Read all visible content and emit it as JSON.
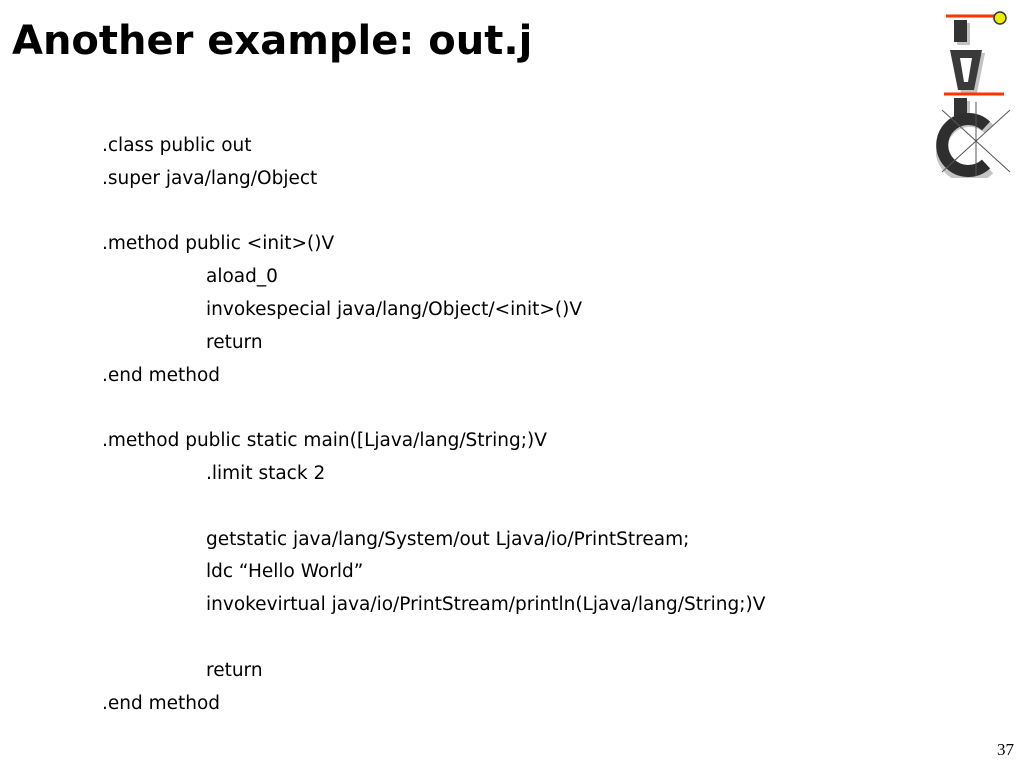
{
  "slide": {
    "title": "Another example: out.j",
    "page_number": "37"
  },
  "logo": {
    "letters": "IAIC",
    "accent_color": "#e8f000",
    "bar_color": "#ff3300"
  },
  "code": {
    "lines": [
      {
        "text": ".class public out",
        "indent": false
      },
      {
        "text": ".super java/lang/Object",
        "indent": false
      },
      {
        "text": "",
        "indent": false
      },
      {
        "text": ".method public <init>()V",
        "indent": false
      },
      {
        "text": "aload_0",
        "indent": true
      },
      {
        "text": "invokespecial java/lang/Object/<init>()V",
        "indent": true
      },
      {
        "text": "return",
        "indent": true
      },
      {
        "text": ".end method",
        "indent": false
      },
      {
        "text": "",
        "indent": false
      },
      {
        "text": ".method public static main([Ljava/lang/String;)V",
        "indent": false
      },
      {
        "text": ".limit stack 2",
        "indent": true
      },
      {
        "text": "",
        "indent": false
      },
      {
        "text": "getstatic java/lang/System/out Ljava/io/PrintStream;",
        "indent": true
      },
      {
        "text": "ldc “Hello World”",
        "indent": true
      },
      {
        "text": "invokevirtual java/io/PrintStream/println(Ljava/lang/String;)V",
        "indent": true
      },
      {
        "text": "",
        "indent": false
      },
      {
        "text": "return",
        "indent": true
      },
      {
        "text": ".end method",
        "indent": false
      }
    ]
  }
}
